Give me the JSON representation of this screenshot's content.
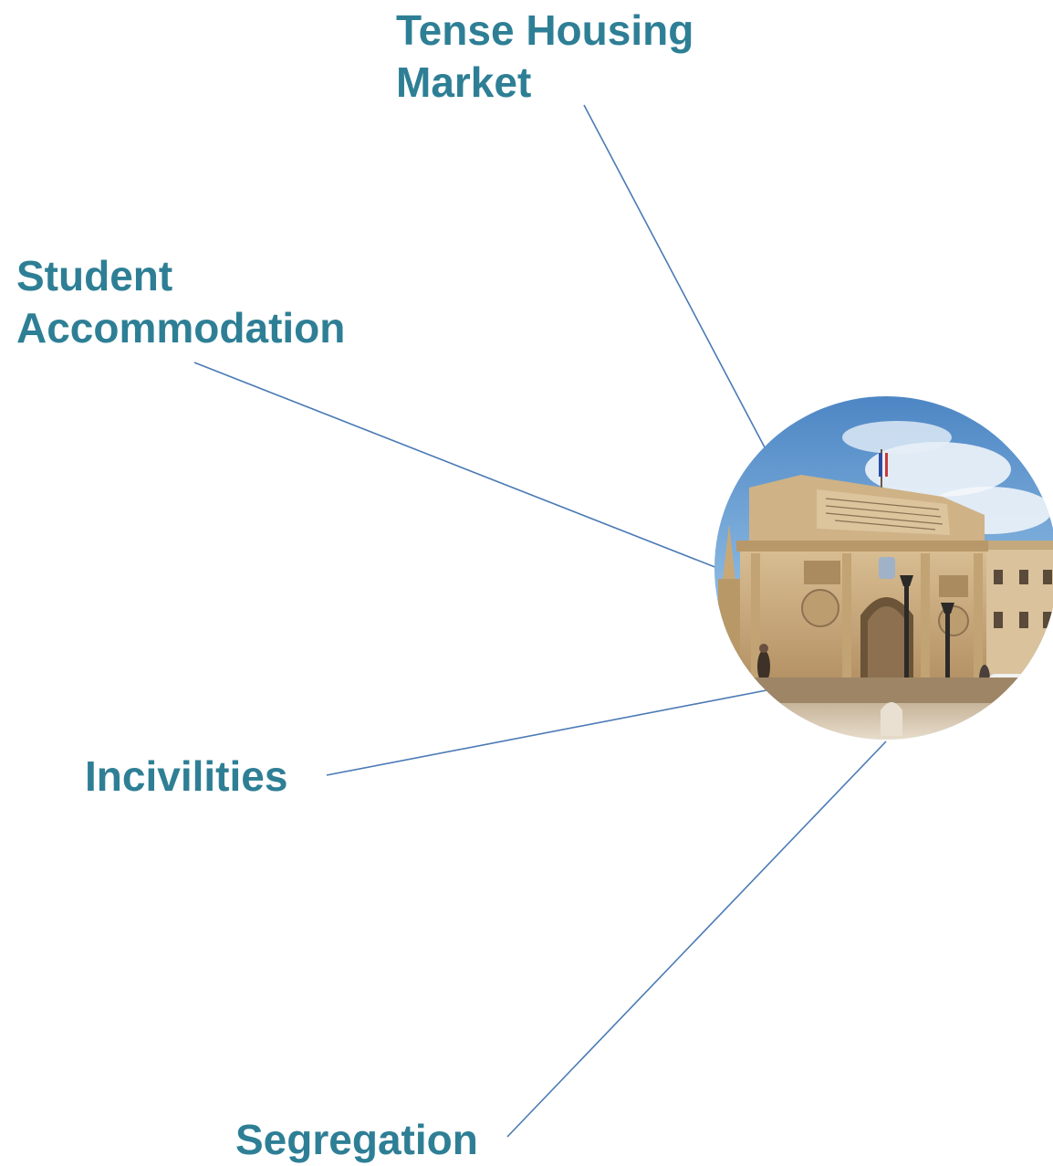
{
  "title": "",
  "topics": [
    {
      "id": "tense-housing-market",
      "lines": [
        "Tense Housing",
        "Market"
      ]
    },
    {
      "id": "student-accommodation",
      "lines": [
        "Student",
        "Accommodation"
      ]
    },
    {
      "id": "incivilities",
      "lines": [
        "Incivilities"
      ]
    },
    {
      "id": "segregation",
      "lines": [
        "Segregation"
      ]
    }
  ],
  "central_image": {
    "subject": "triumphal-arch-photo",
    "shape": "circle"
  },
  "colors": {
    "label_text": "#2e7f95",
    "connector": "#4a7ab5",
    "sky": "#7fb0dc",
    "stone": "#c6a87c"
  }
}
